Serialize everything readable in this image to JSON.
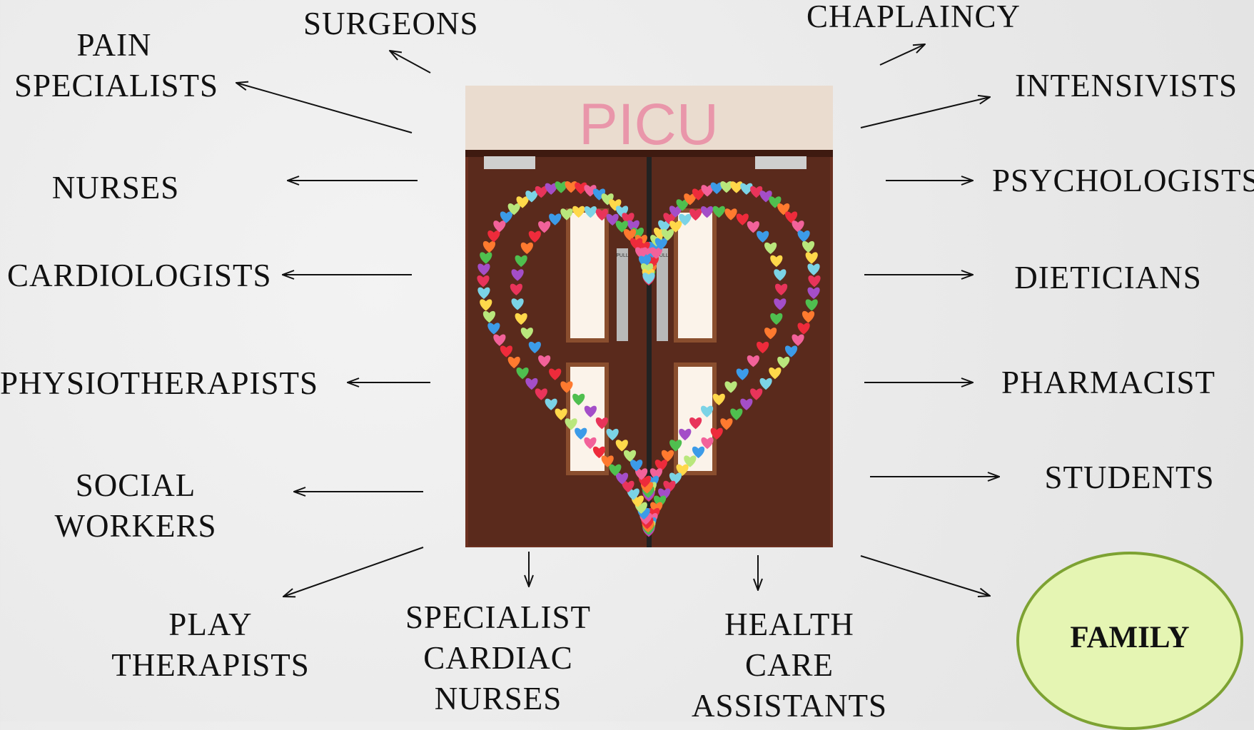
{
  "center_photo": {
    "sign_text": "PICU",
    "door_push_plate_text": "PULL"
  },
  "roles": {
    "surgeons": [
      "SURGEONS"
    ],
    "pain_specialists": [
      "PAIN",
      "SPECIALISTS"
    ],
    "nurses": [
      "NURSES"
    ],
    "cardiologists": [
      "CARDIOLOGISTS"
    ],
    "physiotherapists": [
      "PHYSIOTHERAPISTS"
    ],
    "social_workers": [
      "SOCIAL",
      "WORKERS"
    ],
    "play_therapists": [
      "PLAY",
      "THERAPISTS"
    ],
    "specialist_cardiac_nurses": [
      "SPECIALIST",
      "CARDIAC",
      "NURSES"
    ],
    "health_care_assistants": [
      "HEALTH",
      "CARE",
      "ASSISTANTS"
    ],
    "chaplaincy": [
      "CHAPLAINCY"
    ],
    "intensivists": [
      "INTENSIVISTS"
    ],
    "psychologists": [
      "PSYCHOLOGISTS"
    ],
    "dieticians": [
      "DIETICIANS"
    ],
    "pharmacist": [
      "PHARMACIST"
    ],
    "students": [
      "STUDENTS"
    ]
  },
  "family": {
    "label": "FAMILY",
    "fill_color": "#e5f5b3",
    "border_color": "#7da232"
  },
  "colors": {
    "background": "#ececec",
    "text": "#111111",
    "door": "#5a2a1c",
    "sign_text": "#e98aa4"
  },
  "heart_colors": [
    "#e8345a",
    "#ff7a2f",
    "#3c9be8",
    "#7bd3e6",
    "#4fbf4f",
    "#f2629a",
    "#ffd84a",
    "#a44ec8",
    "#ee2b3b",
    "#b9e77c"
  ]
}
